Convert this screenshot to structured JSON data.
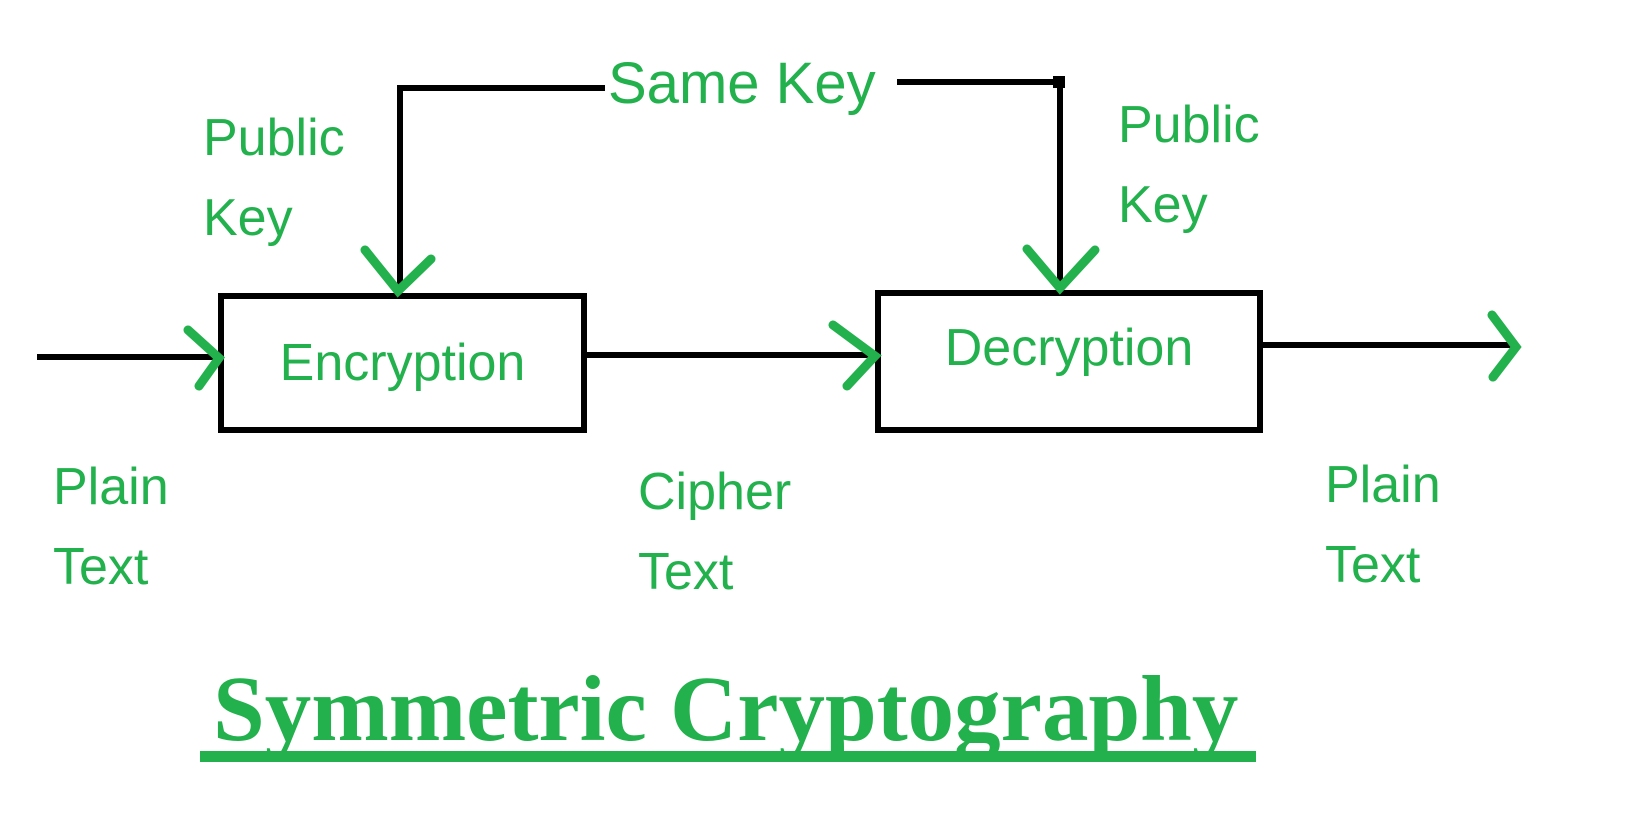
{
  "diagram": {
    "title": "Symmetric Cryptography",
    "colors": {
      "accent_green": "#22b14c",
      "line_black": "#000000",
      "background": "#ffffff"
    },
    "nodes": {
      "encryption": {
        "label": "Encryption"
      },
      "decryption": {
        "label": "Decryption"
      }
    },
    "labels": {
      "same_key": "Same Key",
      "public_key_left": {
        "line1": "Public",
        "line2": "Key"
      },
      "public_key_right": {
        "line1": "Public",
        "line2": "Key"
      },
      "plain_text_input": {
        "line1": "Plain",
        "line2": "Text"
      },
      "cipher_text": {
        "line1": "Cipher",
        "line2": "Text"
      },
      "plain_text_output": {
        "line1": "Plain",
        "line2": "Text"
      }
    },
    "icons": [
      "down-arrowhead-left-icon",
      "down-arrowhead-right-icon",
      "right-arrowhead-input-icon",
      "right-arrowhead-middle-icon",
      "right-arrowhead-output-icon"
    ]
  }
}
